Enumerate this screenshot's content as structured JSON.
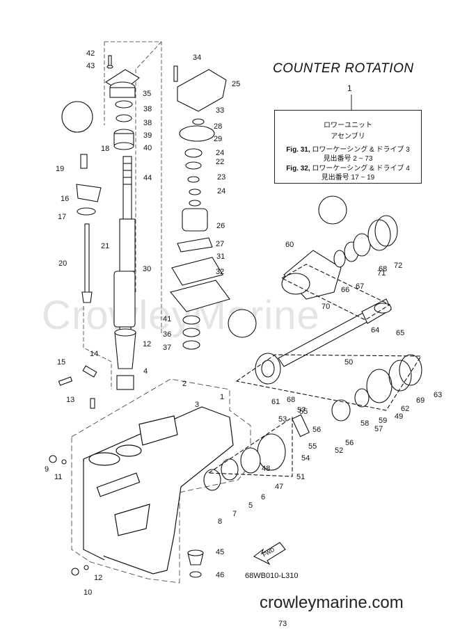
{
  "diagram": {
    "title": "COUNTER ROTATION",
    "assembly_ref": "1",
    "assembly_box": {
      "line1": "ロワーユニット",
      "line2": "アセンブリ",
      "fig31_label": "Fig. 31,",
      "fig31_text": "ロワーケーシング & ドライブ 3",
      "fig31_range": "見出番号 2 ~ 73",
      "fig32_label": "Fig. 32,",
      "fig32_text": "ロワーケーシング & ドライブ 4",
      "fig32_range": "見出番号 17 ~ 19"
    },
    "drawing_code": "68WB010-L310",
    "watermark": "CrowleyMarine",
    "footer_url": "crowleymarine.com",
    "fwd_label": "FWD",
    "part_labels": [
      "1",
      "2",
      "3",
      "4",
      "5",
      "6",
      "7",
      "8",
      "9",
      "10",
      "11",
      "12",
      "12",
      "13",
      "14",
      "15",
      "16",
      "17",
      "18",
      "19",
      "20",
      "21",
      "22",
      "23",
      "24",
      "24",
      "25",
      "26",
      "27",
      "28",
      "29",
      "30",
      "31",
      "32",
      "33",
      "34",
      "35",
      "36",
      "37",
      "38",
      "38",
      "39",
      "40",
      "41",
      "42",
      "43",
      "44",
      "45",
      "46",
      "47",
      "48",
      "49",
      "50",
      "51",
      "52",
      "53",
      "54",
      "55",
      "55",
      "56",
      "56",
      "57",
      "57",
      "58",
      "59",
      "60",
      "61",
      "62",
      "63",
      "64",
      "65",
      "66",
      "67",
      "68",
      "68",
      "69",
      "70",
      "71",
      "72",
      "73"
    ]
  }
}
